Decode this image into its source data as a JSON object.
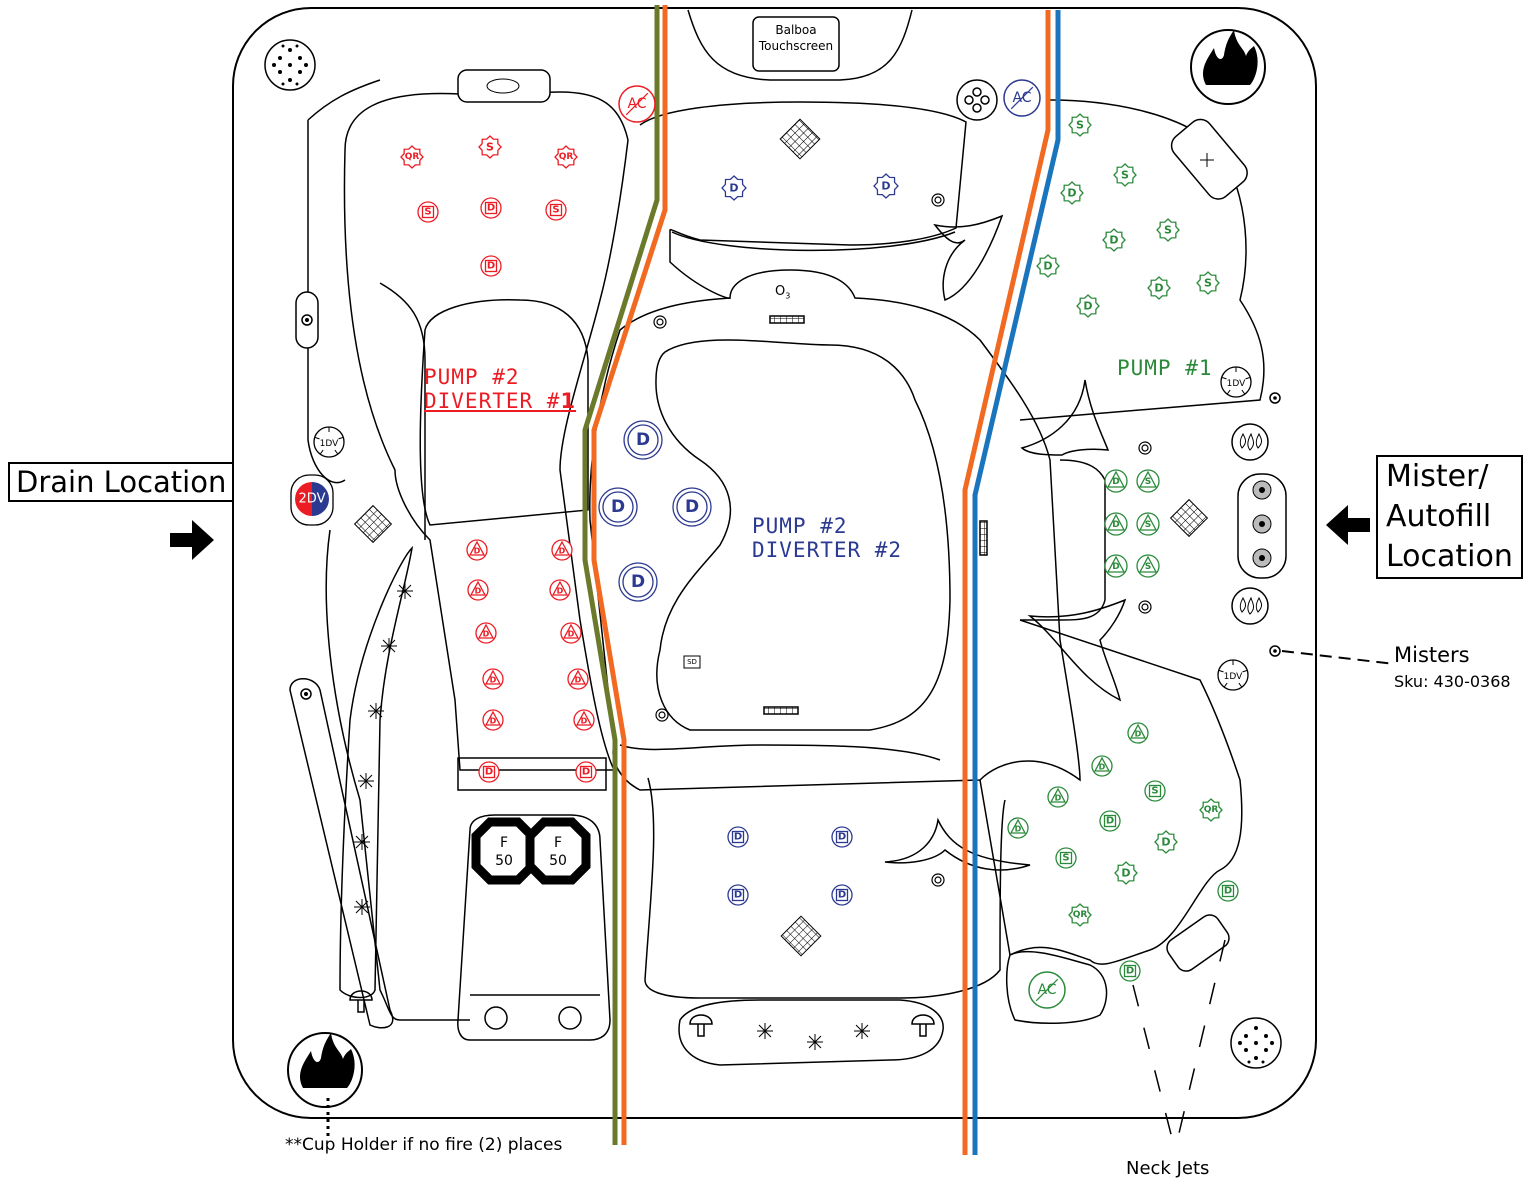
{
  "labels": {
    "drain": "Drain Location",
    "mister_line1": "Mister/",
    "mister_line2": "Autofill",
    "mister_line3": "Location",
    "misters_title": "Misters",
    "misters_sku": "Sku: 430-0368",
    "neck_jets": "Neck Jets",
    "cup_holder": "**Cup Holder if no fire (2) places",
    "balboa_line1": "Balboa",
    "balboa_line2": "Touchscreen",
    "ozone_main": "O",
    "ozone_sub": "3"
  },
  "zones": {
    "pump2_div1_line1": "PUMP #2",
    "pump2_div1_line2_prefix": "DIVERTER #",
    "pump2_div1_line2_digit": "1",
    "pump2_div2_line1": "PUMP #2",
    "pump2_div2_line2": "DIVERTER #2",
    "pump1": "PUMP #1"
  },
  "jet_letters": {
    "directional": "D",
    "spin": "S",
    "quad_rotary": "QR",
    "air_control": "AC",
    "diverter": "DV",
    "diverter_1": "1DV",
    "diverter_2": "2DV",
    "filter": "F",
    "filter_size": "50",
    "sd": "SD"
  },
  "colors": {
    "pump2_div1": "#ec1c24",
    "pump2_div2": "#2b3990",
    "pump1": "#2a8a3a",
    "line_orange": "#f26a21",
    "line_olive": "#6b7a2a",
    "line_blue": "#1b75bc"
  }
}
